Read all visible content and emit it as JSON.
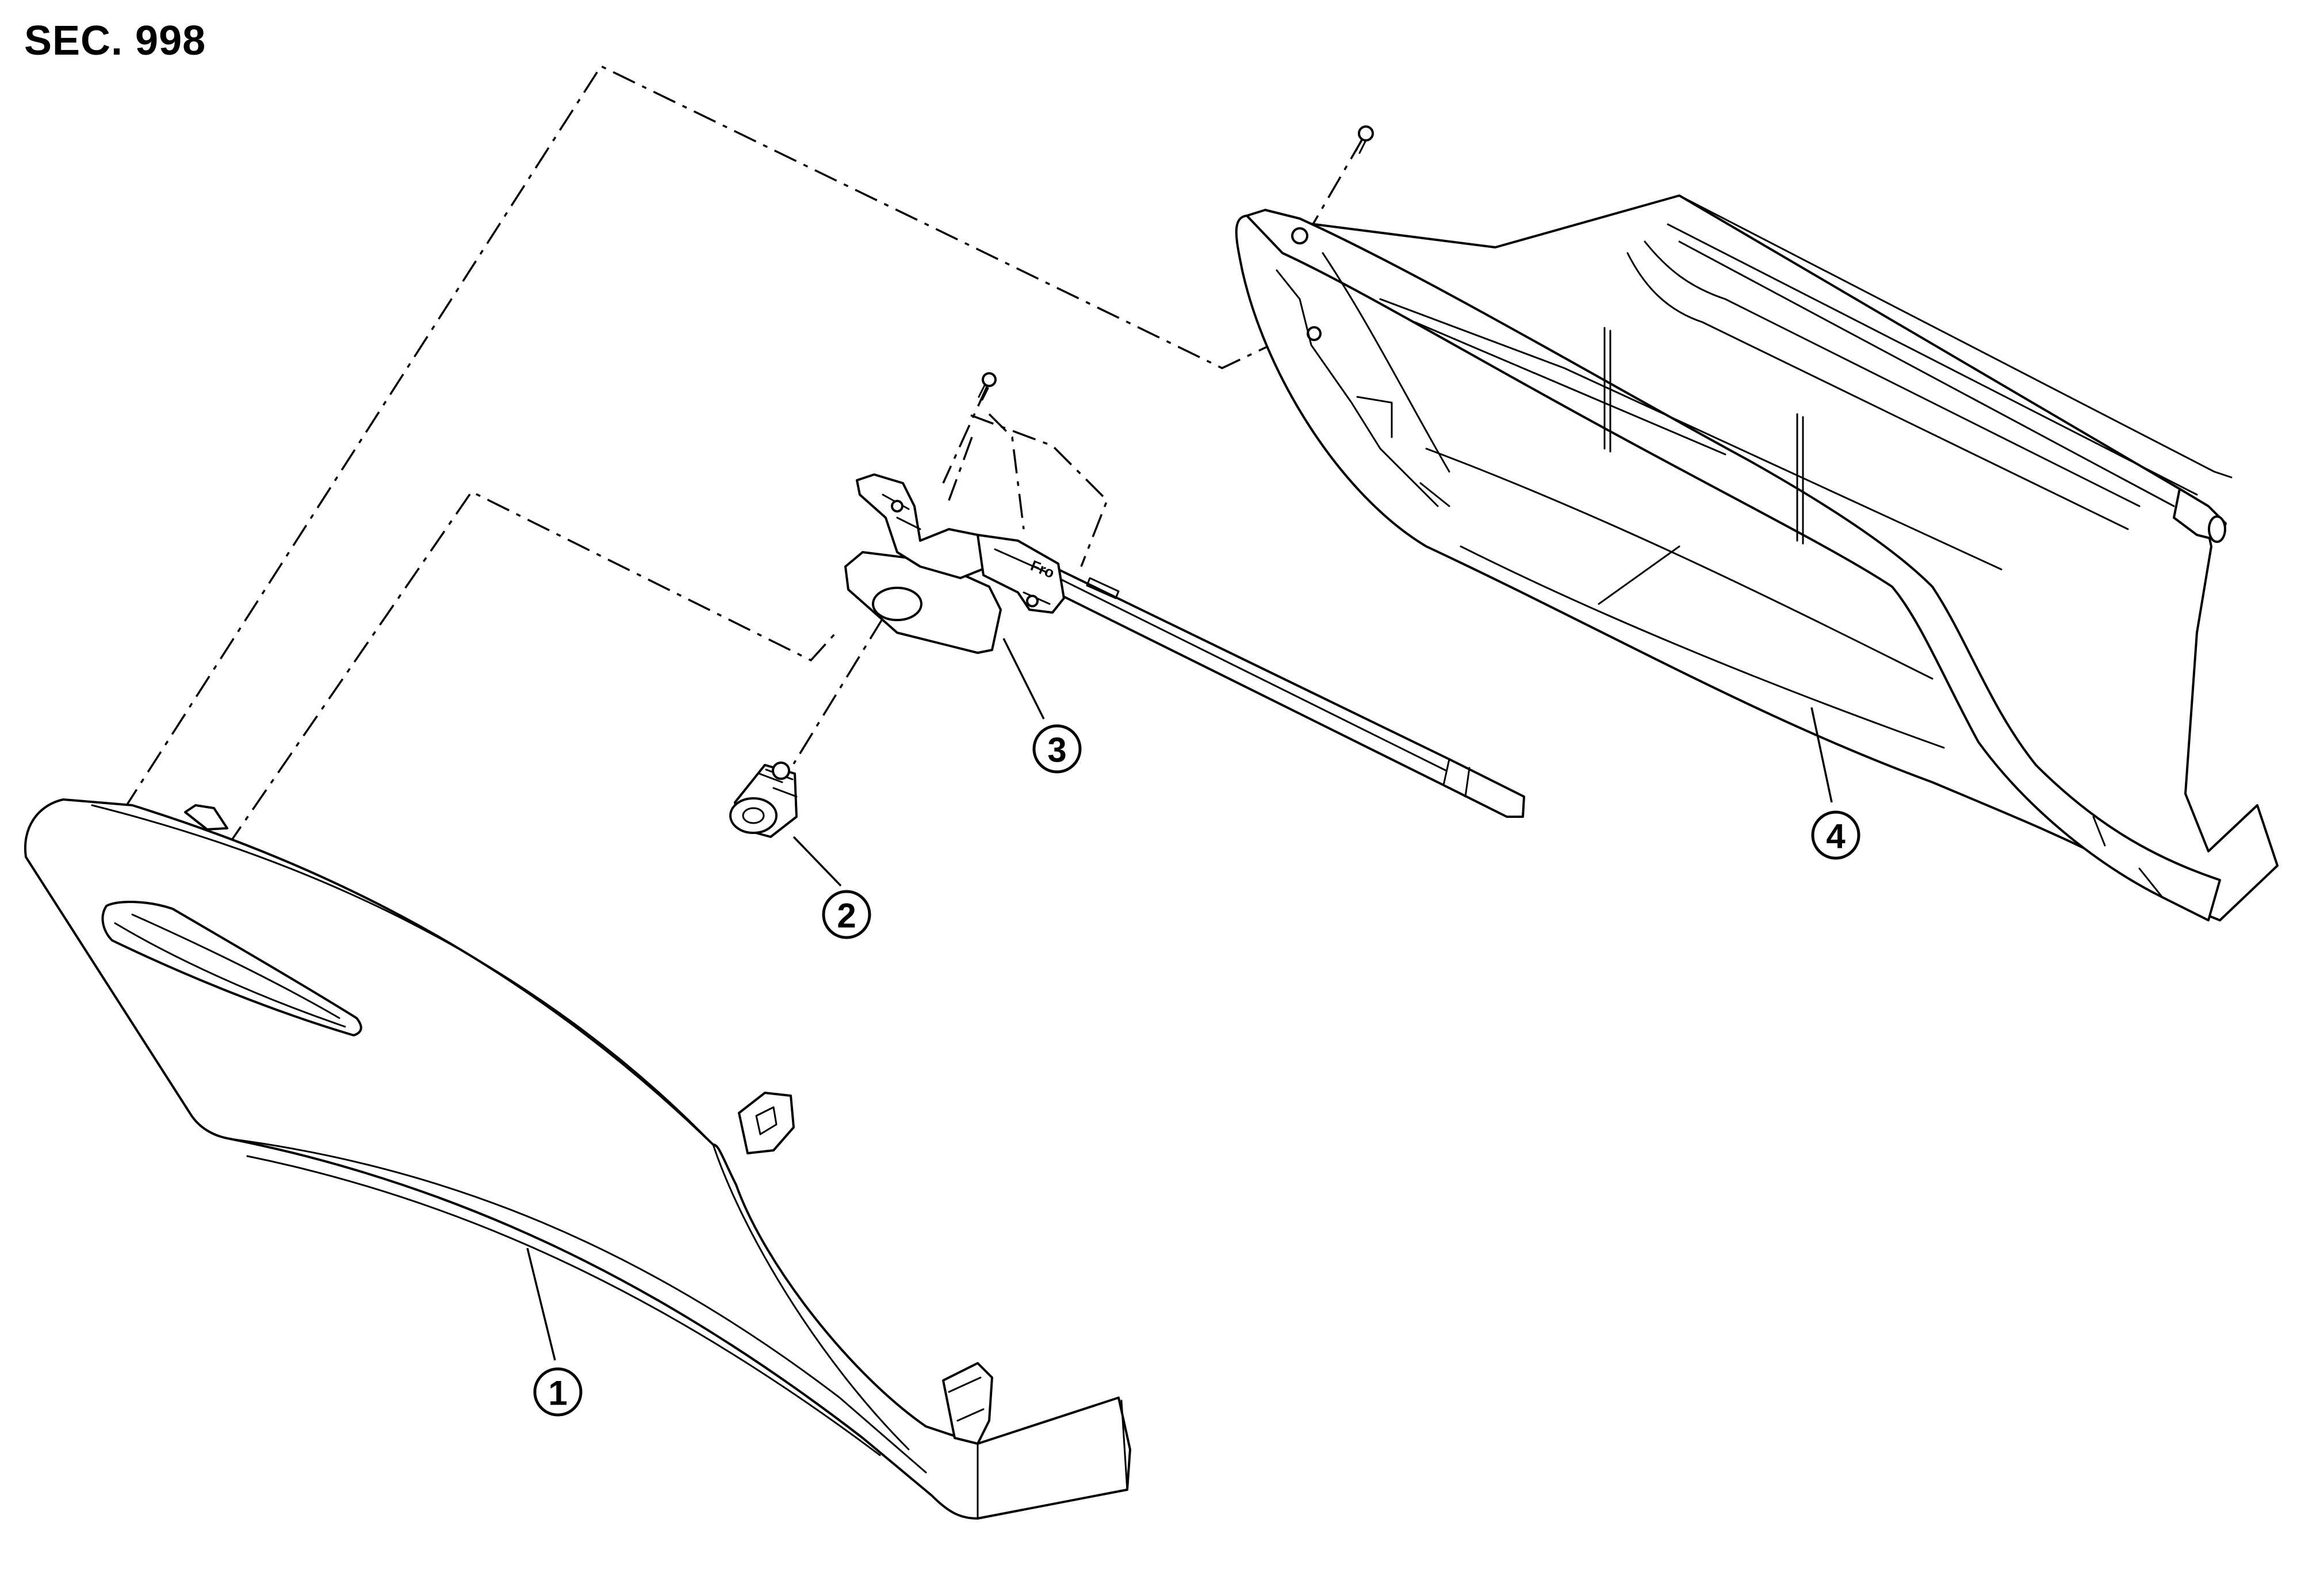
{
  "section_label": "SEC. 998",
  "stamp_text": "Fro",
  "callouts": [
    {
      "id": "1",
      "label": "1"
    },
    {
      "id": "2",
      "label": "2"
    },
    {
      "id": "3",
      "label": "3"
    },
    {
      "id": "4",
      "label": "4"
    }
  ]
}
